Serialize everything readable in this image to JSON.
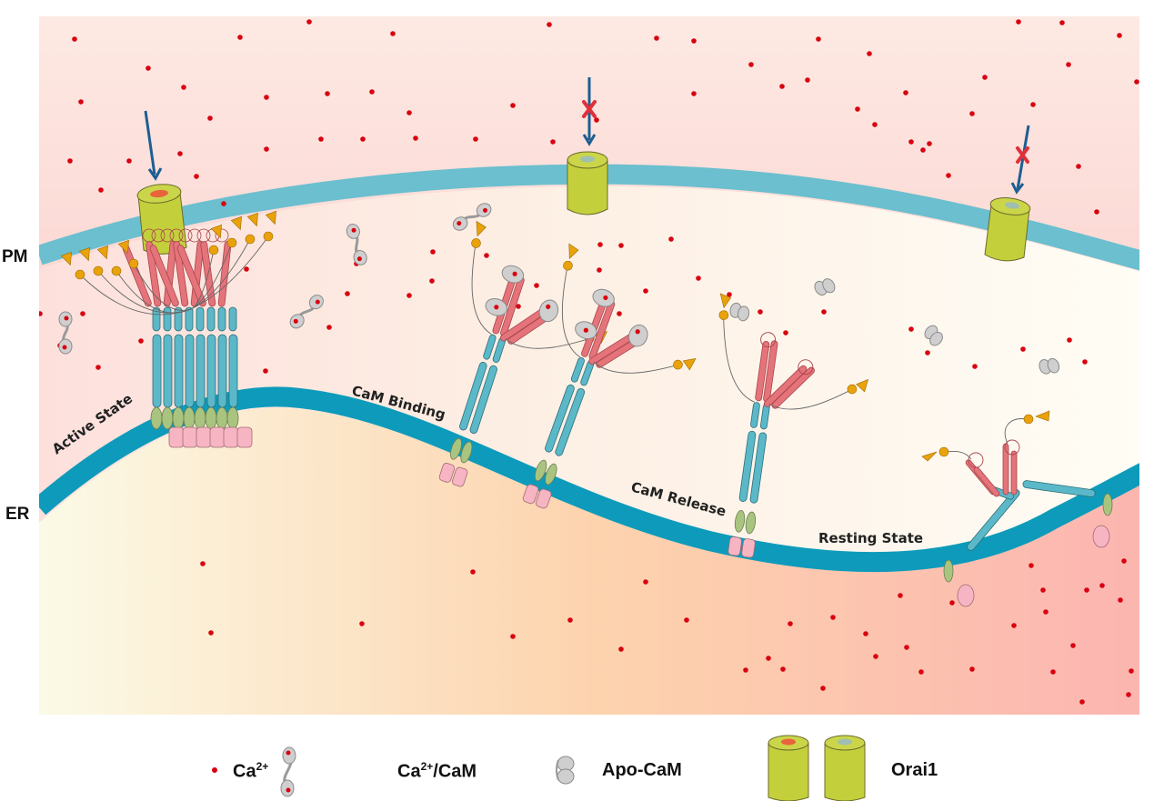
{
  "figure": {
    "membrane_labels": {
      "pm": "PM",
      "er": "ER"
    },
    "states": [
      {
        "id": "active",
        "label": "Active State"
      },
      {
        "id": "binding",
        "label": "CaM Binding"
      },
      {
        "id": "release",
        "label": "CaM Release"
      },
      {
        "id": "resting",
        "label": "Resting State"
      }
    ],
    "channels": [
      {
        "id": "orai-active",
        "state": "open",
        "influx": true
      },
      {
        "id": "orai-mid",
        "state": "closed",
        "influx": false
      },
      {
        "id": "orai-right",
        "state": "closed",
        "influx": false
      }
    ],
    "colors": {
      "calcium": "#d9000f",
      "pm_membrane": "#6bbfcf",
      "er_membrane": "#0e9bbb",
      "orai": "#c4cf3c",
      "orai_open_pore": "#e8643a",
      "orai_closed_pore": "#9fbfb0",
      "stim_cc": "#e5737a",
      "stim_tm_domain": "#5bb8c8",
      "stim_er_domain": "#a9c47f",
      "stim_lumen": "#f7b5c3",
      "pbd_tail": "#e9a20b",
      "cam": "#cfcfcf",
      "arrow": "#1d5e93",
      "block_x": "#e0303a"
    }
  },
  "legend": {
    "items": [
      {
        "id": "ca",
        "label": "Ca",
        "sup": "2+"
      },
      {
        "id": "ca-cam",
        "label_pre": "Ca",
        "sup": "2+",
        "label_post": "/CaM"
      },
      {
        "id": "apo-cam",
        "label": "Apo-CaM"
      },
      {
        "id": "orai1",
        "label": "Orai1"
      }
    ]
  }
}
